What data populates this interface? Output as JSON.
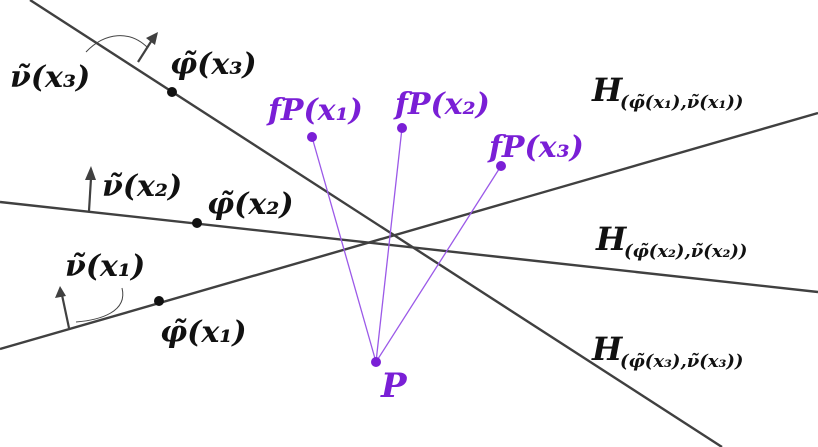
{
  "colors": {
    "lines": "#404040",
    "points": "#111111",
    "projection": "#9b59e8",
    "projection_text": "#7a1fd6"
  },
  "labels": {
    "phi1": "φ̃(x₁)",
    "phi2": "φ̃(x₂)",
    "phi3": "φ̃(x₃)",
    "nu1": "ν̃(x₁)",
    "nu2": "ν̃(x₂)",
    "nu3": "ν̃(x₃)",
    "fp1": "fP(x₁)",
    "fp2": "fP(x₂)",
    "fp3": "fP(x₃)",
    "P": "P",
    "H1_main": "H",
    "H1_sub": "(φ̃(x₁),ν̃(x₁))",
    "H2_main": "H",
    "H2_sub": "(φ̃(x₂),ν̃(x₂))",
    "H3_main": "H",
    "H3_sub": "(φ̃(x₃),ν̃(x₃))"
  }
}
